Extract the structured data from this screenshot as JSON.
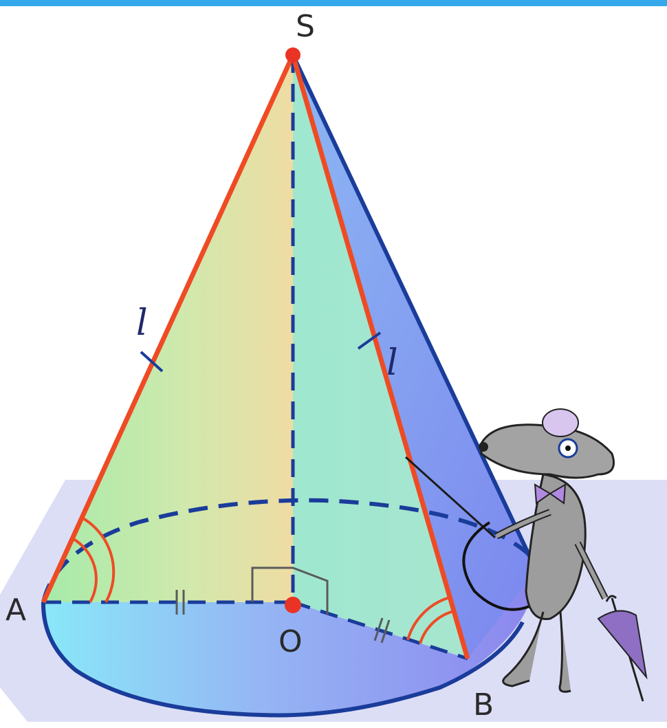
{
  "diagram": {
    "vertices": {
      "apex": "S",
      "center": "O",
      "left_point": "A",
      "right_point": "B"
    },
    "slant_labels": {
      "left": "l",
      "right": "l"
    },
    "colors": {
      "generator": "#ee4b25",
      "outline": "#1a3c9a",
      "points": "#ea3324",
      "base_plane": "#d9dbf6",
      "accent_bar": "#33a9ec"
    },
    "icons": [
      "mouse-character-icon",
      "umbrella-icon",
      "bow-tie-icon"
    ]
  }
}
